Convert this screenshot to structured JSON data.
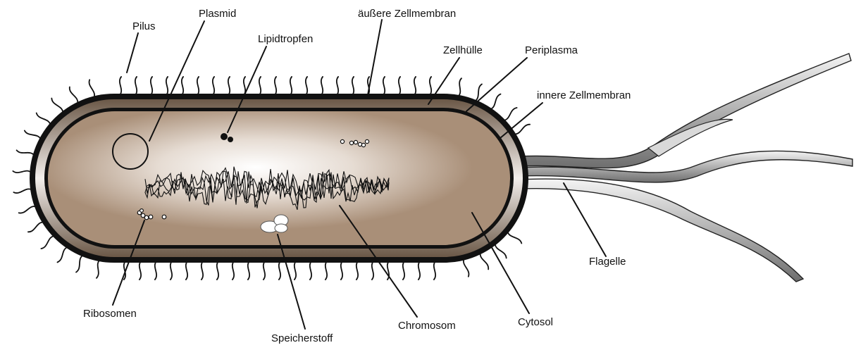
{
  "labels": {
    "pilus": "Pilus",
    "plasmid": "Plasmid",
    "lipid_droplet": "Lipidtropfen",
    "outer_membrane": "äußere Zellmembran",
    "cell_envelope": "Zellhülle",
    "periplasm": "Periplasma",
    "inner_membrane": "innere Zellmembran",
    "flagellum": "Flagelle",
    "ribosomes": "Ribosomen",
    "storage": "Speicherstoff",
    "chromosome": "Chromosom",
    "cytosol": "Cytosol"
  },
  "colors": {
    "cytoplasm": "#a98f78",
    "cytoplasm_center": "#ffffff",
    "membrane": "#111111",
    "periplasm": "#f2eeea",
    "flagellum_light": "#f4f4f4",
    "flagellum_dark": "#6e6e6e",
    "pili": "#111111"
  }
}
